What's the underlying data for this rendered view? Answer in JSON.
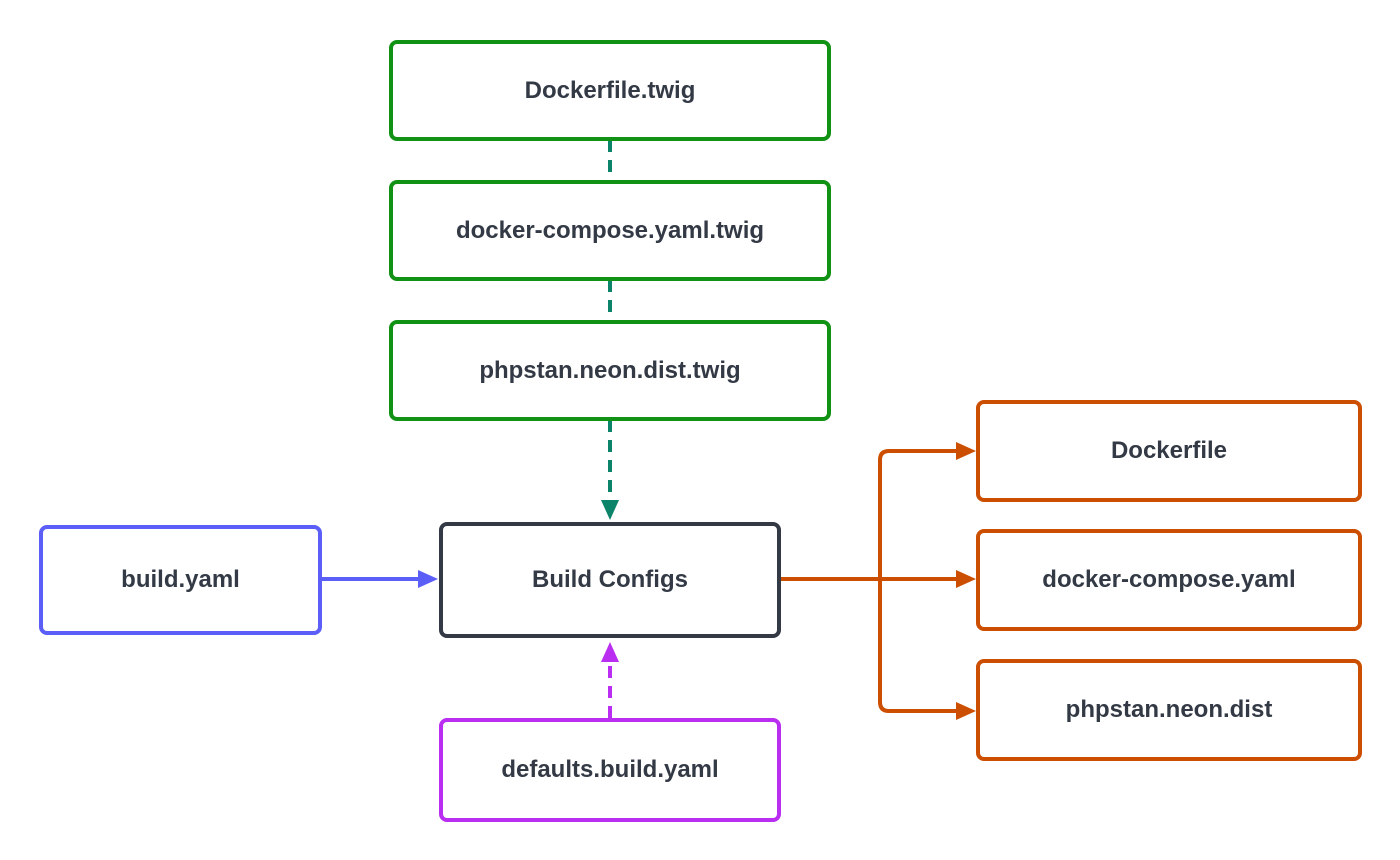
{
  "colors": {
    "template": "#119215",
    "template_link": "#0c8469",
    "output": "#cc4e00",
    "input": "#5b5ef7",
    "defaults": "#b92ef0",
    "core": "#333a45",
    "text": "#333a45"
  },
  "nodes": {
    "dockerfile_twig": "Dockerfile.twig",
    "docker_compose_twig": "docker-compose.yaml.twig",
    "phpstan_twig": "phpstan.neon.dist.twig",
    "build_configs": "Build Configs",
    "build_yaml": "build.yaml",
    "defaults_build_yaml": "defaults.build.yaml",
    "dockerfile": "Dockerfile",
    "docker_compose_yaml": "docker-compose.yaml",
    "phpstan_neon_dist": "phpstan.neon.dist"
  }
}
